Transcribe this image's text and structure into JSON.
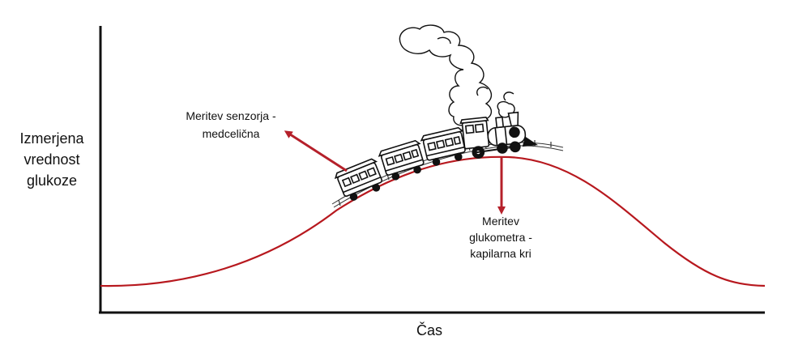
{
  "labels": {
    "y_axis_lines": [
      "Izmerjena",
      "vrednost",
      "glukoze"
    ],
    "x_axis": "Čas",
    "sensor_lines": [
      "Meritev senzorja -",
      "medcelična"
    ],
    "meter_lines": [
      "Meritev",
      "glukometra -",
      "kapilarna kri"
    ]
  },
  "colors": {
    "curve": "#b7181e",
    "arrow": "#b5202a",
    "axis": "#111111",
    "ink": "#111111"
  },
  "icons": {
    "train": "steam-train-icon",
    "smoke": "smoke-cloud-icon"
  }
}
